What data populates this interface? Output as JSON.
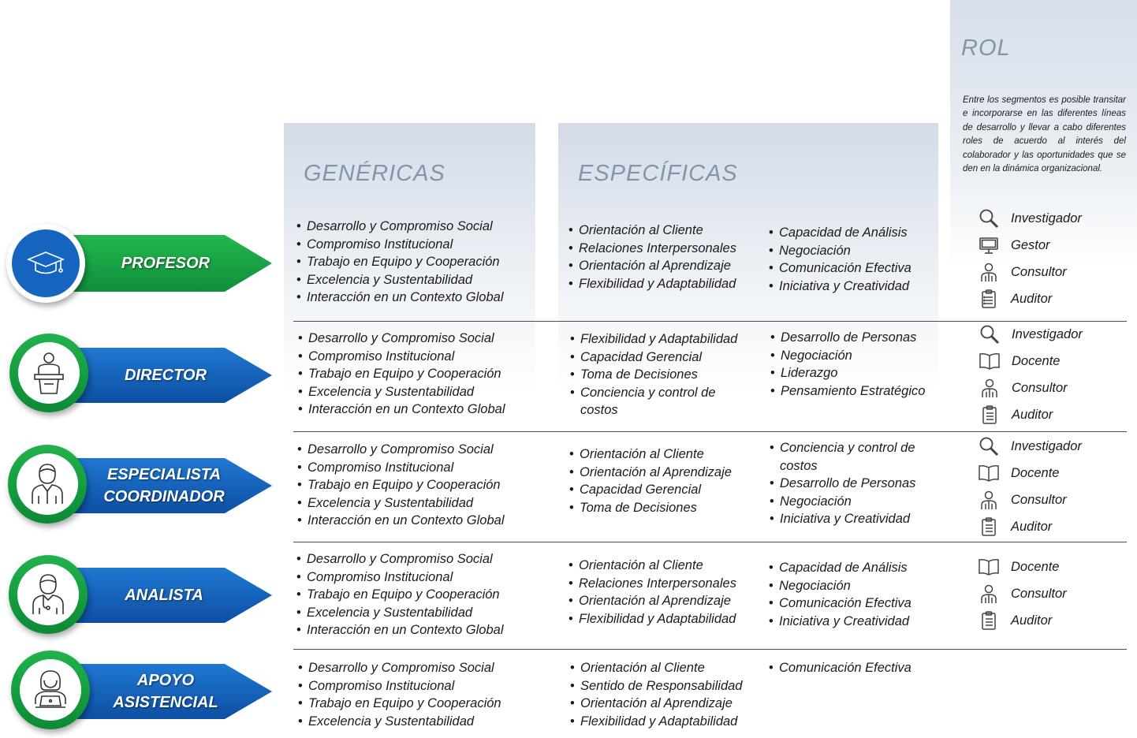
{
  "headers": {
    "genericas": "GENÉRICAS",
    "especificas": "ESPECÍFICAS",
    "rol": "ROL",
    "rol_description": "Entre los segmentos es posible transitar e incorporarse en las diferentes líneas de desarrollo y llevar a cabo diferentes roles de acuerdo al interés del colaborador y las oportunidades que se den en la dinámica organizacional."
  },
  "colors": {
    "green": "#1aa548",
    "blue": "#1565c0",
    "header_text": "#8494ab"
  },
  "rows": [
    {
      "segment": "PROFESOR",
      "arrow_color": "green",
      "badge_icon": "graduation-cap-icon",
      "genericas": [
        "Desarrollo y Compromiso Social",
        "Compromiso Institucional",
        "Trabajo en Equipo y Cooperación",
        "Excelencia y Sustentabilidad",
        "Interacción en un Contexto Global"
      ],
      "especificas_a": [
        "Orientación al Cliente",
        "Relaciones Interpersonales",
        "Orientación al Aprendizaje",
        "Flexibilidad y Adaptabilidad"
      ],
      "especificas_b": [
        "Capacidad de Análisis",
        "Negociación",
        "Comunicación Efectiva",
        "Iniciativa y Creatividad"
      ],
      "roles": [
        {
          "label": "Investigador",
          "icon": "magnifier-icon"
        },
        {
          "label": "Gestor",
          "icon": "monitor-icon"
        },
        {
          "label": "Consultor",
          "icon": "consultant-icon"
        },
        {
          "label": "Auditor",
          "icon": "clipboard-icon"
        }
      ]
    },
    {
      "segment": "DIRECTOR",
      "arrow_color": "blue",
      "badge_icon": "podium-speaker-icon",
      "genericas": [
        "Desarrollo y Compromiso Social",
        "Compromiso Institucional",
        "Trabajo en Equipo y Cooperación",
        "Excelencia y Sustentabilidad",
        "Interacción en un Contexto Global"
      ],
      "especificas_a": [
        "Flexibilidad y Adaptabilidad",
        "Capacidad Gerencial",
        "Toma de Decisiones",
        "Conciencia y control de costos"
      ],
      "especificas_b": [
        "Desarrollo de Personas",
        "Negociación",
        "Liderazgo",
        "Pensamiento Estratégico"
      ],
      "roles": [
        {
          "label": "Investigador",
          "icon": "magnifier-icon"
        },
        {
          "label": "Docente",
          "icon": "open-book-icon"
        },
        {
          "label": "Consultor",
          "icon": "consultant-icon"
        },
        {
          "label": "Auditor",
          "icon": "clipboard-icon"
        }
      ]
    },
    {
      "segment": "ESPECIALISTA COORDINADOR",
      "arrow_color": "blue",
      "badge_icon": "specialist-person-icon",
      "genericas": [
        "Desarrollo y Compromiso Social",
        "Compromiso Institucional",
        "Trabajo en Equipo y Cooperación",
        "Excelencia y Sustentabilidad",
        "Interacción en un Contexto Global"
      ],
      "especificas_a": [
        "Orientación al Cliente",
        "Orientación al Aprendizaje",
        "Capacidad Gerencial",
        "Toma de Decisiones"
      ],
      "especificas_b": [
        "Conciencia y control de costos",
        "Desarrollo de Personas",
        "Negociación",
        "Iniciativa y Creatividad"
      ],
      "roles": [
        {
          "label": "Investigador",
          "icon": "magnifier-icon"
        },
        {
          "label": "Docente",
          "icon": "open-book-icon"
        },
        {
          "label": "Consultor",
          "icon": "consultant-icon"
        },
        {
          "label": "Auditor",
          "icon": "clipboard-icon"
        }
      ]
    },
    {
      "segment": "ANALISTA",
      "arrow_color": "blue",
      "badge_icon": "analyst-person-icon",
      "genericas": [
        "Desarrollo y Compromiso Social",
        "Compromiso Institucional",
        "Trabajo en Equipo y Cooperación",
        "Excelencia y Sustentabilidad",
        "Interacción en un Contexto Global"
      ],
      "especificas_a": [
        "Orientación al Cliente",
        "Relaciones Interpersonales",
        "Orientación al Aprendizaje",
        "Flexibilidad y Adaptabilidad"
      ],
      "especificas_b": [
        "Capacidad de Análisis",
        "Negociación",
        "Comunicación Efectiva",
        "Iniciativa y Creatividad"
      ],
      "roles": [
        {
          "label": "Docente",
          "icon": "open-book-icon"
        },
        {
          "label": "Consultor",
          "icon": "consultant-icon"
        },
        {
          "label": "Auditor",
          "icon": "clipboard-icon"
        }
      ]
    },
    {
      "segment": "APOYO ASISTENCIAL",
      "arrow_color": "blue",
      "badge_icon": "assistant-laptop-icon",
      "genericas": [
        "Desarrollo y Compromiso Social",
        "Compromiso Institucional",
        "Trabajo en Equipo y Cooperación",
        "Excelencia y Sustentabilidad"
      ],
      "especificas_a": [
        "Orientación al Cliente",
        "Sentido de Responsabilidad",
        "Orientación al Aprendizaje",
        "Flexibilidad y Adaptabilidad"
      ],
      "especificas_b": [
        "Comunicación Efectiva"
      ],
      "roles": []
    }
  ]
}
